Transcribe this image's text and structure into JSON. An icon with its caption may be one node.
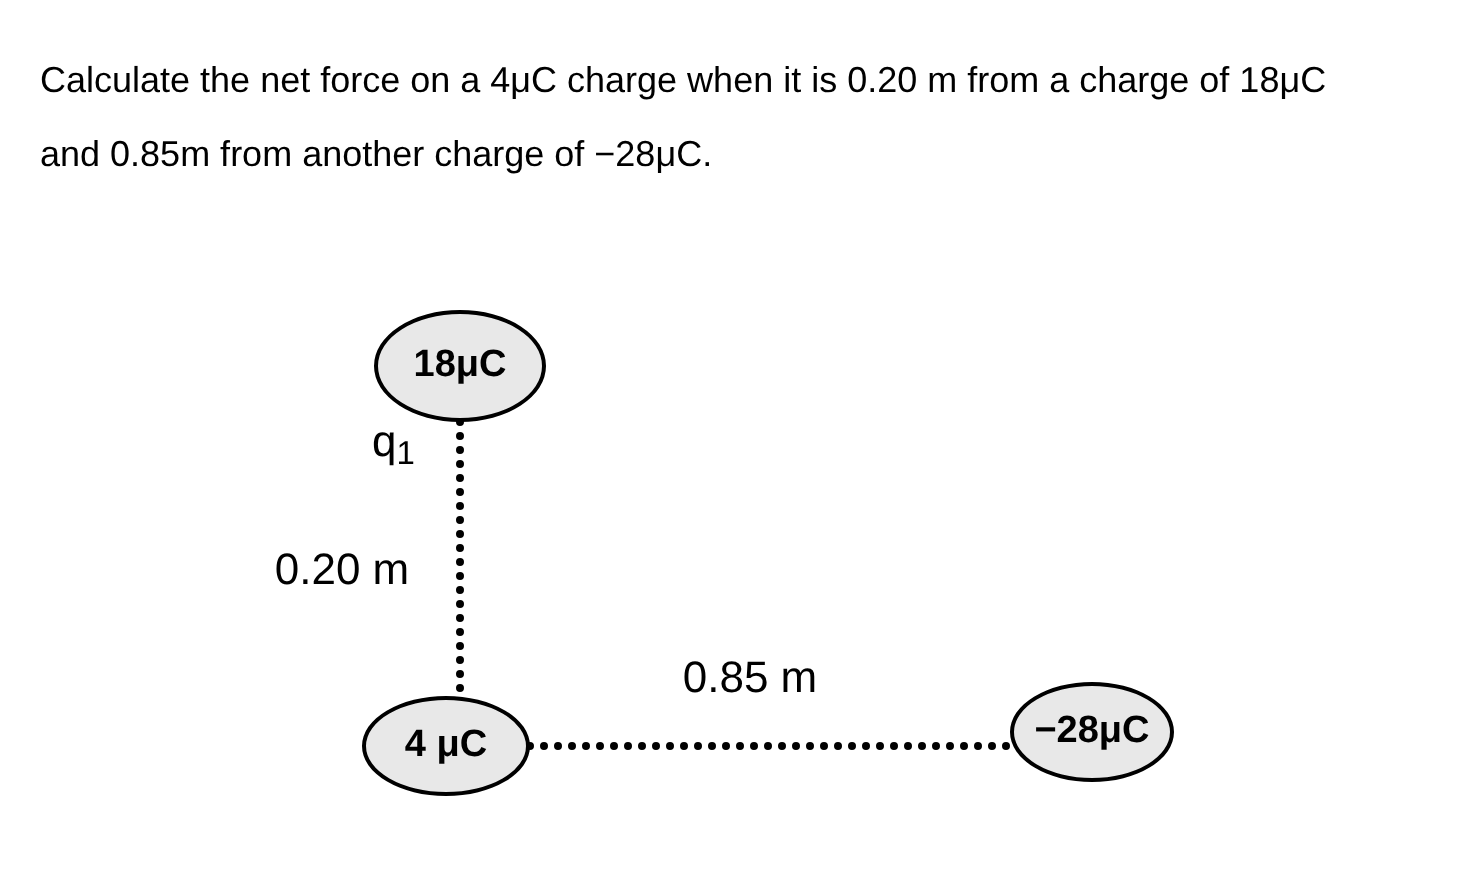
{
  "diagram": {
    "title": "Calculate the net force on a 4μC charge when it is 0.20 m from a charge of 18μC and 0.85m from another charge of −28μC.",
    "nodes": [
      {
        "text": [
          "18μC"
        ],
        "beside": [
          "q$_{1}$"
        ]
      },
      {
        "text": [
          "4 μC"
        ]
      },
      {
        "text": [
          "−28μC"
        ]
      }
    ],
    "edges": [
      {
        "from": 0,
        "to": 1,
        "arrow": "none",
        "label": "0.20 m",
        "style": "dashed"
      },
      {
        "from": 1,
        "to": 2,
        "arrow": "none",
        "label": "0.85 m",
        "style": "dashed"
      }
    ]
  }
}
